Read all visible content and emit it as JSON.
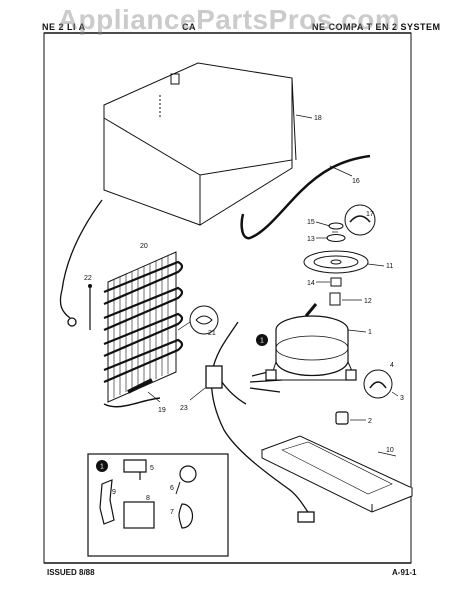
{
  "header": {
    "left": "NE 2 LI A",
    "middle": "CA",
    "right": "NE COMPA T EN 2 SYSTEM"
  },
  "watermark": "AppliancePartsPros.com",
  "footer": {
    "issued": "ISSUED 8/88",
    "code": "A-91-1"
  },
  "callouts": {
    "c1": "1",
    "c2": "2",
    "c3": "3",
    "c4": "4",
    "c5": "5",
    "c6": "6",
    "c7": "7",
    "c8": "8",
    "c9": "9",
    "c10": "10",
    "c11": "11",
    "c12": "12",
    "c13": "13",
    "c14": "14",
    "c15": "15",
    "c16": "16",
    "c17": "17",
    "c18": "18",
    "c19": "19",
    "c20": "20",
    "c21": "21",
    "c22": "22",
    "c23": "23"
  },
  "markers": {
    "main": "1",
    "inset": "1"
  }
}
